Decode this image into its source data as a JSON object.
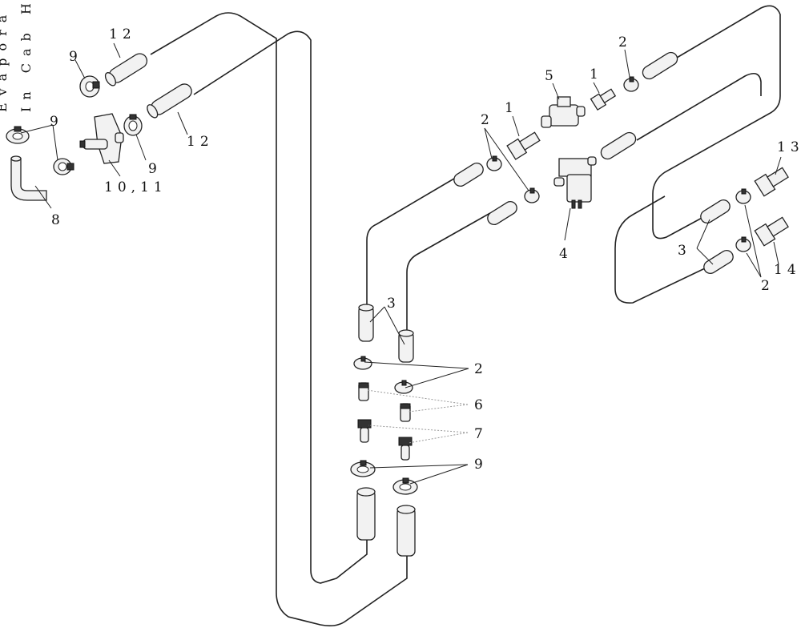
{
  "side_text": {
    "line1": "Evapora",
    "line2": "In Cab H"
  },
  "labels": {
    "l1a": "1",
    "l1b": "1",
    "l2a": "2",
    "l2b": "2",
    "l2c": "2",
    "l2d": "2",
    "l3a": "3",
    "l3b": "3",
    "l4": "4",
    "l5": "5",
    "l6": "6",
    "l7": "7",
    "l8": "8",
    "l9a": "9",
    "l9b": "9",
    "l9c": "9",
    "l9d": "9",
    "l1011": "10,11",
    "l12a": "12",
    "l12b": "12",
    "l13": "13",
    "l14": "14"
  }
}
